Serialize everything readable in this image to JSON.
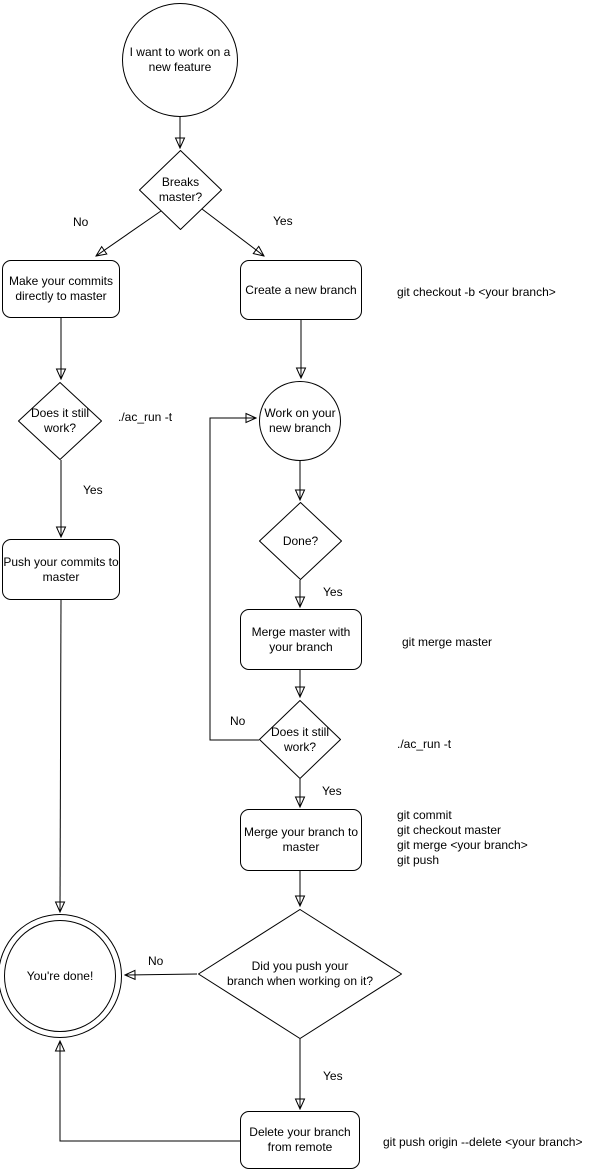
{
  "diagram": {
    "colors": {
      "stroke": "#000000",
      "background": "#ffffff"
    },
    "nodes": {
      "start": "I want to work on a\nnew feature",
      "breaks_master": "Breaks\nmaster?",
      "make_commits": "Make your commits\ndirectly to master",
      "create_branch": "Create a new branch",
      "still_work_left": "Does it still\nwork?",
      "push_commits": "Push your commits to\nmaster",
      "work_branch": "Work on your\nnew branch",
      "done_q": "Done?",
      "merge_master": "Merge master with\nyour branch",
      "still_work_right": "Does it still\nwork?",
      "merge_branch": "Merge your branch to\nmaster",
      "did_push": "Did you push your\nbranch when working on it?",
      "youre_done": "You're done!",
      "delete_remote": "Delete your branch\nfrom remote"
    },
    "edge_labels": {
      "breaks_no": "No",
      "breaks_yes": "Yes",
      "still_left_yes": "Yes",
      "done_yes": "Yes",
      "still_right_no": "No",
      "still_right_yes": "Yes",
      "did_push_no": "No",
      "did_push_yes": "Yes"
    },
    "annotations": {
      "checkout_cmd": "git checkout -b <your branch>",
      "ac_run_left": "./ac_run -t",
      "merge_master_cmd": "git merge master",
      "ac_run_right": "./ac_run -t",
      "merge_branch_cmds": [
        "git commit",
        "git checkout master",
        "git merge <your branch>",
        "git push"
      ],
      "delete_cmd": "git push origin --delete <your branch>"
    }
  }
}
